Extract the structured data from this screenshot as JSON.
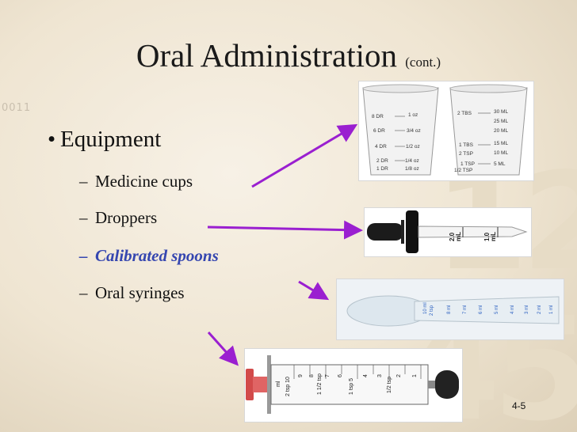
{
  "slide": {
    "title": "Oral Administration",
    "title_suffix": "(cont.)",
    "bullet": "Equipment",
    "items": [
      "Medicine cups",
      "Droppers",
      "Calibrated spoons",
      "Oral syringes"
    ],
    "page_number": "4-5"
  },
  "background": {
    "digits_small": "0011",
    "digits_big_1": "12",
    "digits_big_2": "45"
  },
  "cup_left": {
    "left_labels": [
      "8 DR",
      "6 DR",
      "4 DR",
      "2 DR",
      "1 DR"
    ],
    "right_labels": [
      "1 oz",
      "3/4 oz",
      "1/2 oz",
      "1/4 oz",
      "1/8 oz"
    ]
  },
  "cup_right": {
    "left_labels": [
      "2 TBS",
      "1 TBS",
      "2 TSP",
      "1 TSP",
      "1/2 TSP"
    ],
    "right_labels": [
      "30 ML",
      "25 ML",
      "20 ML",
      "15 ML",
      "10 ML",
      "5 ML"
    ]
  },
  "dropper": {
    "labels": [
      "2.0",
      "mL",
      "1.0",
      "mL"
    ]
  },
  "spoon": {
    "labels": [
      "10 ml",
      "2 tsp",
      "8 ml",
      "7 ml",
      "6 ml",
      "5 ml",
      "4 ml",
      "3 ml",
      "2 ml",
      "1 ml"
    ]
  },
  "syringe": {
    "labels": [
      "ml",
      "2 tsp 10",
      "9",
      "8",
      "1 1/2 tsp",
      "7",
      "6",
      "1 tsp 5",
      "4",
      "3",
      "1/2 tsp",
      "2",
      "1"
    ]
  },
  "colors": {
    "arrow": "#9a1fd0",
    "highlight": "#3546b0",
    "plunger": "#d24a4a"
  }
}
